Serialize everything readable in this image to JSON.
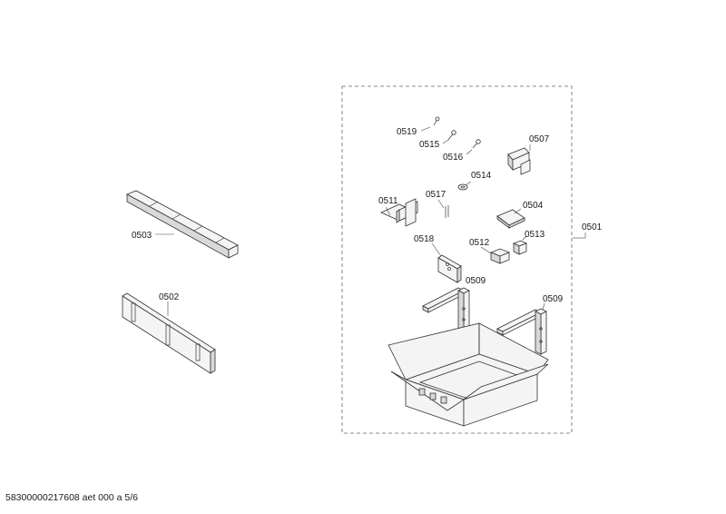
{
  "diagram": {
    "parts": [
      {
        "id": "0501"
      },
      {
        "id": "0502"
      },
      {
        "id": "0503"
      },
      {
        "id": "0504"
      },
      {
        "id": "0507"
      },
      {
        "id": "0509"
      },
      {
        "id": "0511"
      },
      {
        "id": "0512"
      },
      {
        "id": "0513"
      },
      {
        "id": "0514"
      },
      {
        "id": "0515"
      },
      {
        "id": "0516"
      },
      {
        "id": "0517"
      },
      {
        "id": "0518"
      },
      {
        "id": "0519"
      }
    ],
    "labels": {
      "p0501": "0501",
      "p0502": "0502",
      "p0503": "0503",
      "p0504": "0504",
      "p0507": "0507",
      "p0509a": "0509",
      "p0509b": "0509",
      "p0511": "0511",
      "p0512": "0512",
      "p0513": "0513",
      "p0514": "0514",
      "p0515": "0515",
      "p0516": "0516",
      "p0517": "0517",
      "p0518": "0518",
      "p0519": "0519"
    }
  },
  "footer": {
    "document_code": "58300000217608 aet 000 a 5/6"
  }
}
